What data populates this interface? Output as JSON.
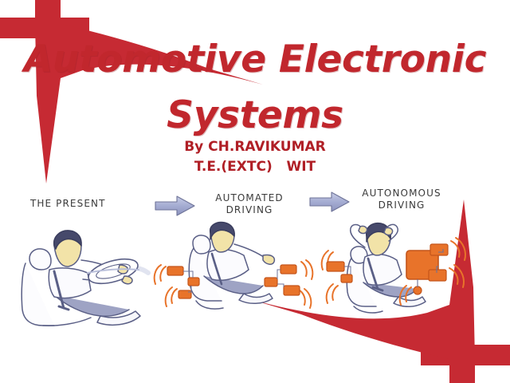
{
  "slide": {
    "background_color": "#ffffff",
    "accent_red": "#C1272D",
    "corner_red": "#C62A33",
    "arrow_color": "#9FA8D0",
    "sensor_orange": "#E8732A"
  },
  "title": {
    "line1": "Automotive Electronic",
    "line2": "Systems",
    "color": "#C1272D"
  },
  "byline": {
    "author": "By CH.RAVIKUMAR",
    "affiliation": "T.E.(EXTC)   WIT"
  },
  "flow": {
    "stages": [
      {
        "label": "THE PRESENT",
        "caption_lines": "THE PRESENT"
      },
      {
        "label": "AUTOMATED DRIVING",
        "caption_lines": "AUTOMATED\nDRIVING"
      },
      {
        "label": "AUTONOMOUS DRIVING",
        "caption_lines": "AUTONOMOUS\nDRIVING"
      }
    ],
    "arrows": [
      {
        "name": "arrow-present-to-automated"
      },
      {
        "name": "arrow-automated-to-autonomous"
      }
    ]
  },
  "illustrations": {
    "present": {
      "description": "Driver seated holding steering wheel",
      "hair_color": "#46496B",
      "face_color": "#F2E3A8",
      "body_color": "#9EA3C4",
      "seat_color": "#FBFBFD"
    },
    "automated": {
      "description": "Relaxed occupant with sensor modules emitting signals",
      "hair_color": "#46496B",
      "face_color": "#F2E3A8",
      "body_color": "#9EA3C4",
      "sensor_color": "#E8732A"
    },
    "autonomous": {
      "description": "Occupant with hands behind head beside central control unit",
      "hair_color": "#46496B",
      "face_color": "#F2E3A8",
      "body_color": "#9EA3C4",
      "sensor_color": "#E8732A"
    }
  },
  "decor": {
    "top_left_mark": "red-cross-swoosh",
    "bottom_right_mark": "red-cross-swoosh-mirrored"
  }
}
